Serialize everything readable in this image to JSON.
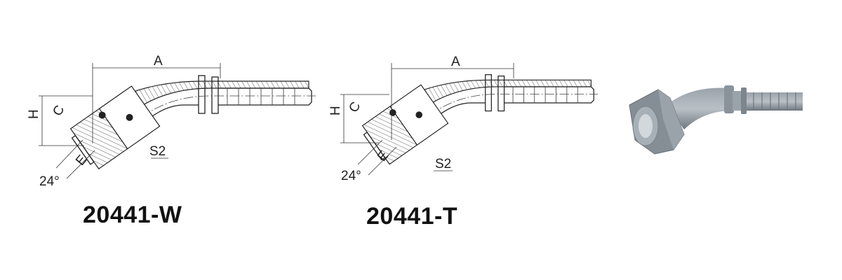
{
  "drawings": [
    {
      "title": "20441-W",
      "labels": {
        "a": "A",
        "h": "H",
        "c": "C",
        "e": "E",
        "s2": "S2",
        "angle": "24°"
      }
    },
    {
      "title": "20441-T",
      "labels": {
        "a": "A",
        "h": "H",
        "c": "C",
        "e": "E",
        "s2": "S2",
        "angle": "24°"
      }
    }
  ],
  "colors": {
    "line": "#222222",
    "metal": "#8a929a"
  }
}
